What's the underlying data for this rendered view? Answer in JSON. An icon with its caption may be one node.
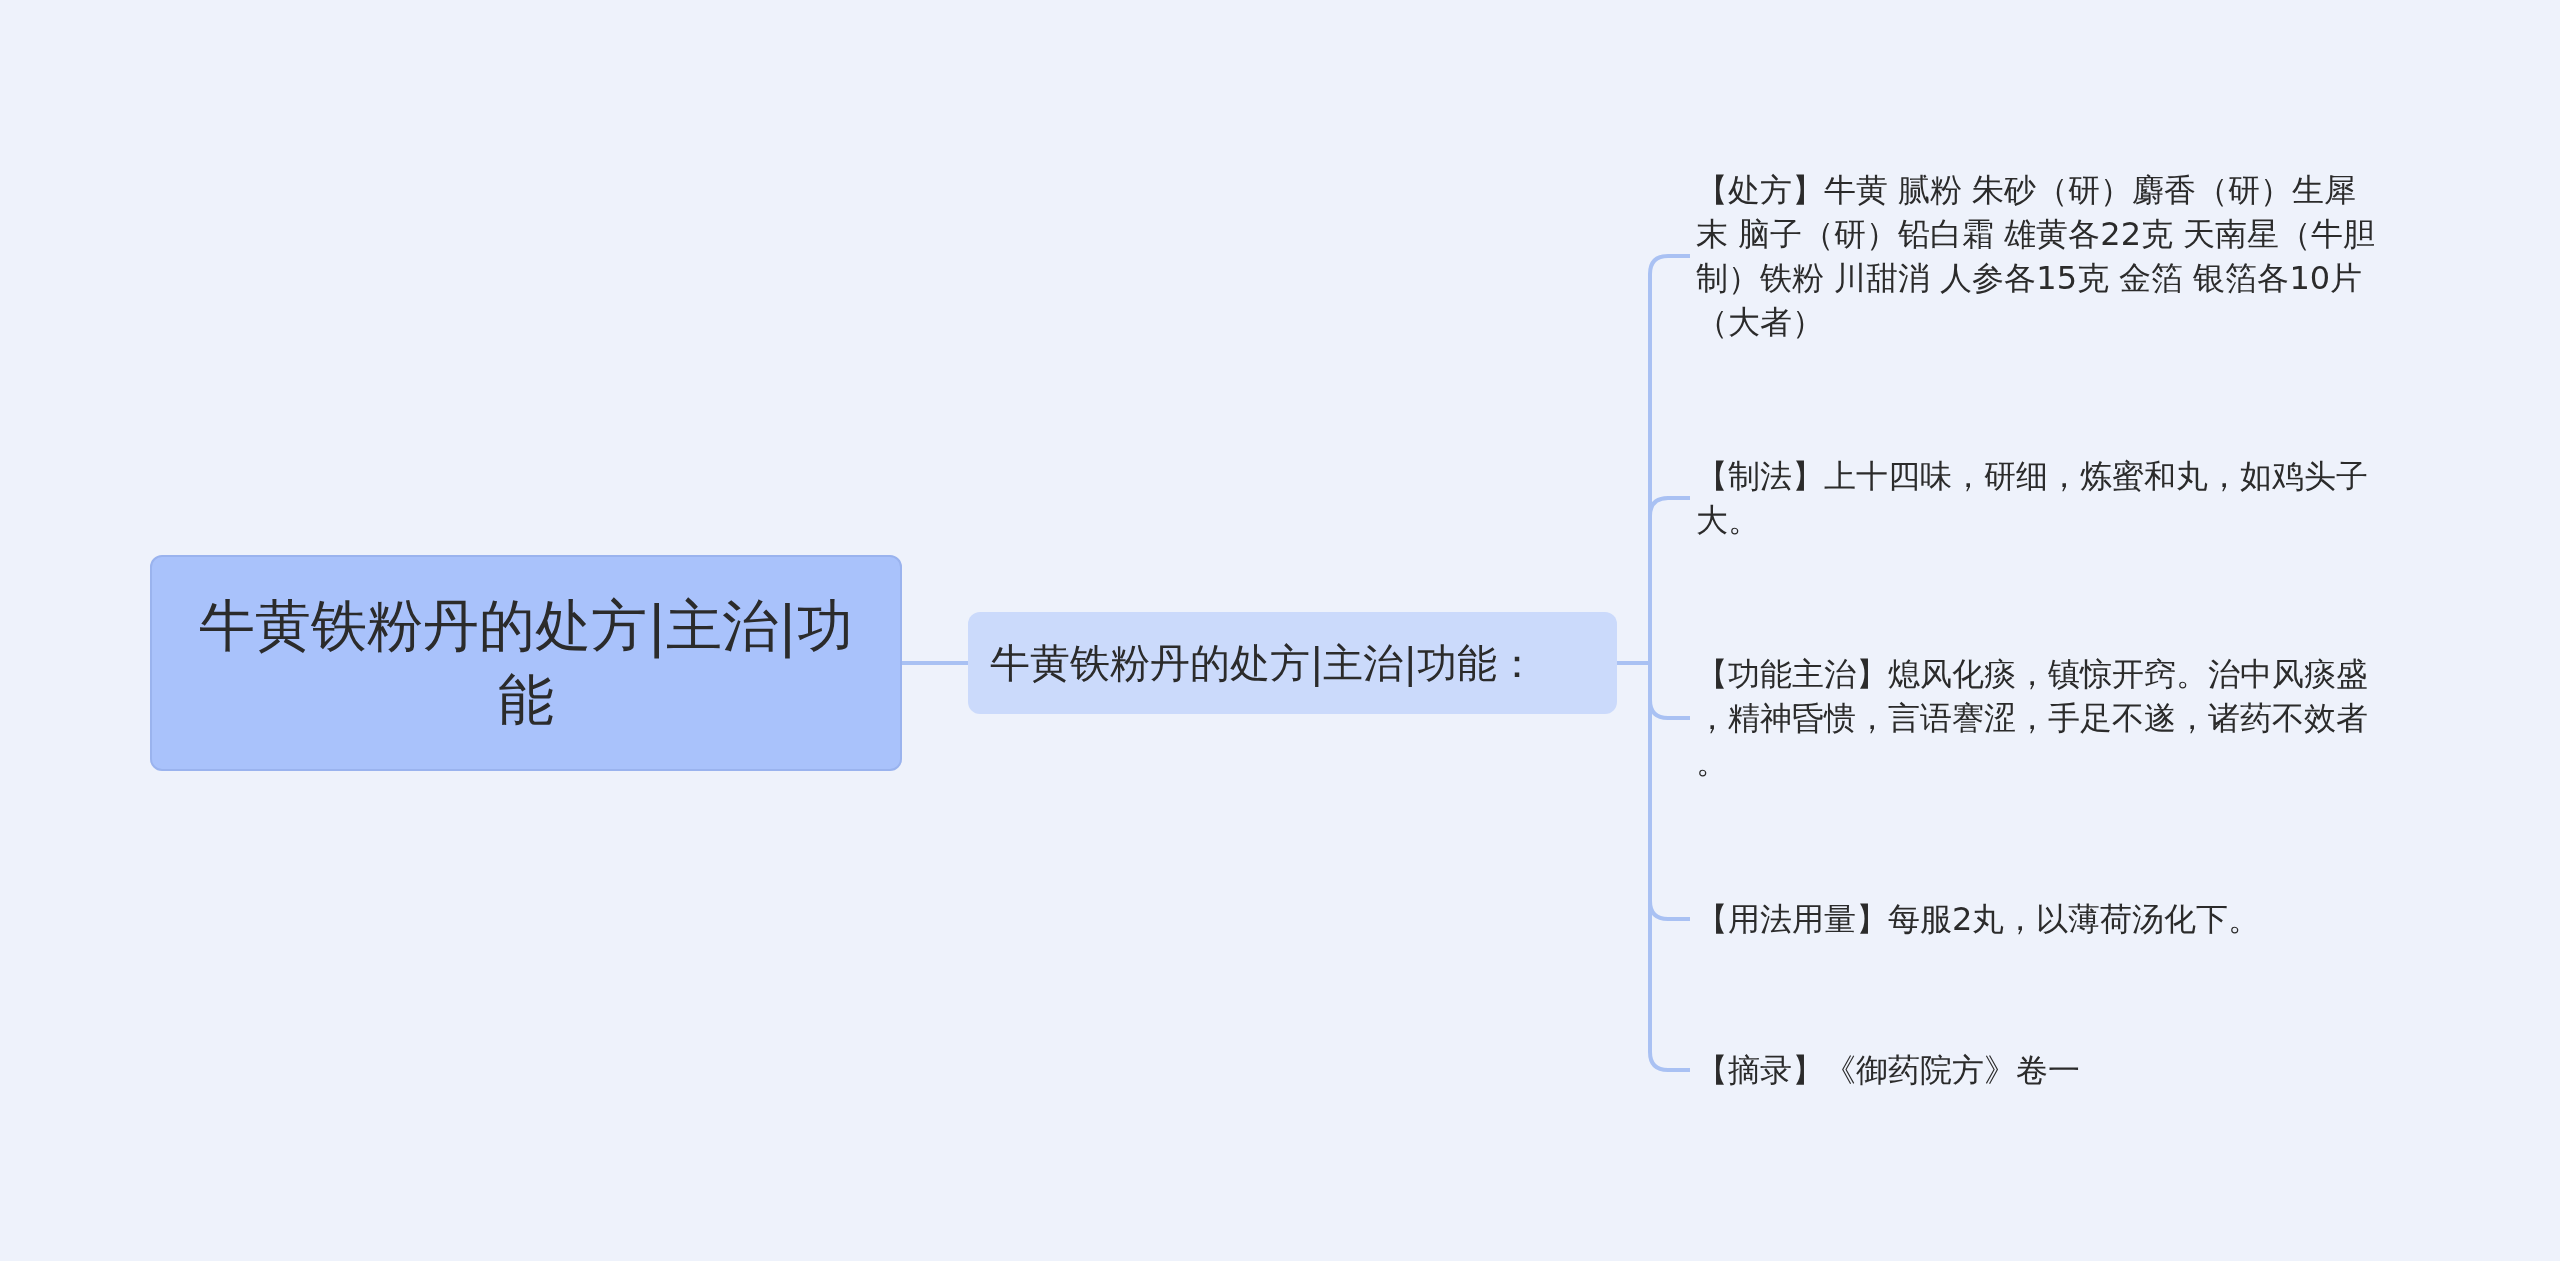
{
  "diagram": {
    "nodes": [
      {
        "text": [
          "牛黄铁粉丹的处方|主治|功能"
        ]
      },
      {
        "text": [
          "牛黄铁粉丹的处方|主治|功能："
        ]
      },
      {
        "text": [
          "【处方】牛黄 腻粉 朱砂（研）麝香（研）生犀末 脑子（研）铅白霜 雄黄各22克 天南星（牛胆制）铁粉 川甜消 人参各15克 金箔 银箔各10片（大者）"
        ]
      },
      {
        "text": [
          "【制法】上十四味，研细，炼蜜和丸，如鸡头子大。"
        ]
      },
      {
        "text": [
          "【功能主治】熄风化痰，镇惊开窍。治中风痰盛，精神昏愦，言语謇涩，手足不遂，诸药不效者。"
        ]
      },
      {
        "text": [
          "【用法用量】每服2丸，以薄荷汤化下。"
        ]
      },
      {
        "text": [
          "【摘录】《御药院方》卷一"
        ]
      }
    ],
    "edges": [
      {
        "from": 0,
        "to": 1,
        "arrow": "none"
      },
      {
        "from": 1,
        "to": 2,
        "arrow": "none"
      },
      {
        "from": 1,
        "to": 3,
        "arrow": "none"
      },
      {
        "from": 1,
        "to": 4,
        "arrow": "none"
      },
      {
        "from": 1,
        "to": 5,
        "arrow": "none"
      },
      {
        "from": 1,
        "to": 6,
        "arrow": "none"
      }
    ]
  }
}
